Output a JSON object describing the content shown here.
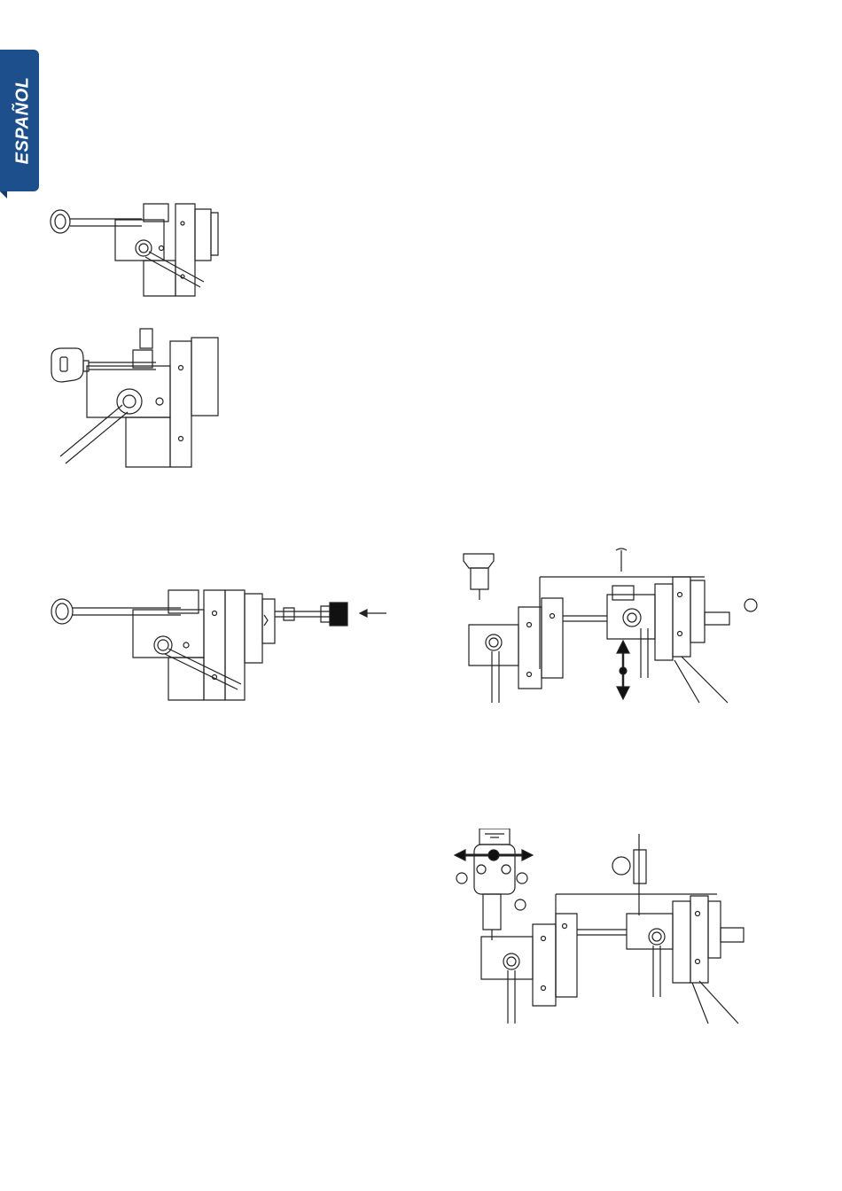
{
  "sidebar_tab": {
    "label": "ESPAÑOL",
    "color": "#1c4f8c"
  },
  "figures": [
    {
      "name": "key-in-vice-small",
      "icon": "vice-with-round-key"
    },
    {
      "name": "key-in-vice-large",
      "icon": "vice-with-flat-key"
    },
    {
      "name": "vice-with-tracer-point",
      "icon": "vice-with-tracer-insert"
    },
    {
      "name": "carriage-height-adjustment",
      "icon": "carriage-vertical-arrow"
    },
    {
      "name": "cutter-horizontal-adjustment",
      "icon": "carriage-horizontal-arrow"
    }
  ]
}
